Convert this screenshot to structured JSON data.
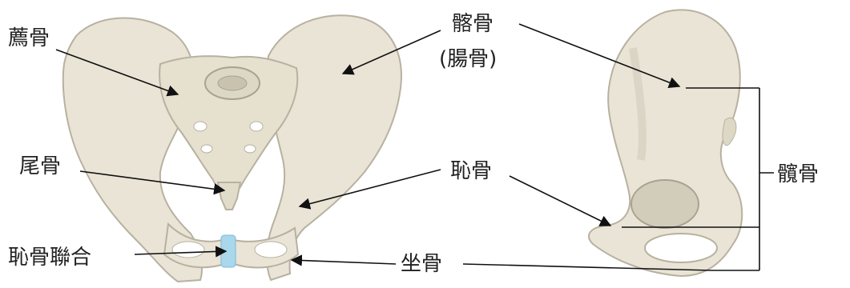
{
  "labels": {
    "sacrum": "薦骨",
    "ilium": "髂骨",
    "ilium_alt": "(腸骨)",
    "coccyx": "尾骨",
    "pubis": "恥骨",
    "pubic_symphysis": "恥骨聯合",
    "ischium": "坐骨",
    "hip_bone": "髖骨"
  },
  "colors": {
    "bone": "#e9e4d6",
    "bone_shade": "#d2ccbb",
    "bone_edge": "#b8b1a0",
    "cartilage": "#a9d7ec",
    "line": "#111111",
    "text": "#222222"
  }
}
